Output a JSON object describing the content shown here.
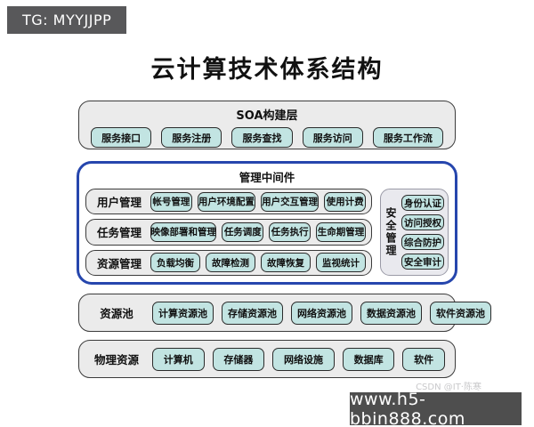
{
  "badge": {
    "text": "TG: MYYJJPP"
  },
  "title": "云计算技术体系结构",
  "soa": {
    "heading": "SOA构建层",
    "items": [
      "服务接口",
      "服务注册",
      "服务查找",
      "服务访问",
      "服务工作流"
    ]
  },
  "middleware": {
    "heading": "管理中间件",
    "rows": [
      {
        "label": "用户管理",
        "items": [
          "帐号管理",
          "用户环境配置",
          "用户交互管理",
          "使用计费"
        ]
      },
      {
        "label": "任务管理",
        "items": [
          "映像部署和管理",
          "任务调度",
          "任务执行",
          "生命期管理"
        ]
      },
      {
        "label": "资源管理",
        "items": [
          "负载均衡",
          "故障检测",
          "故障恢复",
          "监视统计"
        ]
      }
    ],
    "security": {
      "label": "安全管理",
      "items": [
        "身份认证",
        "访问授权",
        "综合防护",
        "安全审计"
      ]
    }
  },
  "pool": {
    "label": "资源池",
    "items": [
      "计算资源池",
      "存储资源池",
      "网络资源池",
      "数据资源池",
      "软件资源池"
    ]
  },
  "physical": {
    "label": "物理资源",
    "items": [
      "计算机",
      "存储器",
      "网络设施",
      "数据库",
      "软件"
    ]
  },
  "watermark": "CSDN @IT·陈寒",
  "footer": {
    "url": "www.h5-bbin888.com"
  },
  "colors": {
    "item_bg": "#c2e4e2",
    "panel_bg": "#ebebeb",
    "middleware_border": "#2646ad",
    "badge_bg": "#58585a",
    "footer_bg": "#4e4e4e"
  }
}
